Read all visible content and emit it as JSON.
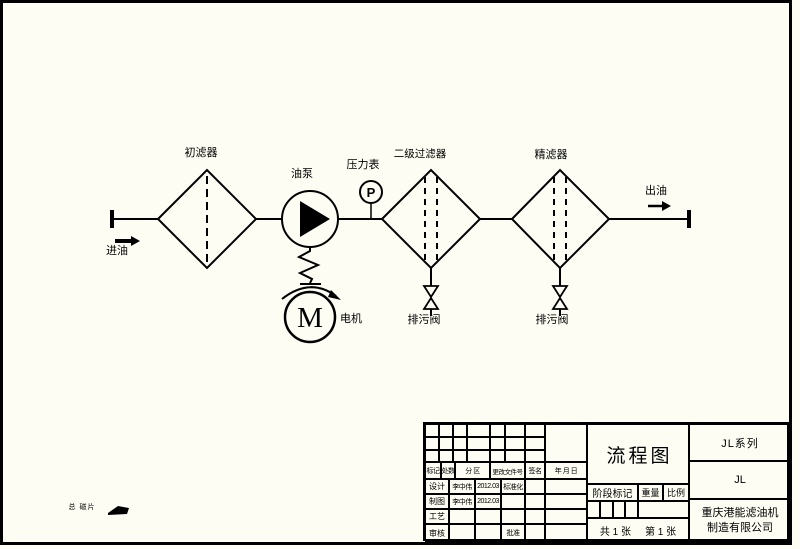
{
  "colors": {
    "ink": "#000000",
    "paper": "#fdfdf4"
  },
  "diagram": {
    "inlet_label": "进油",
    "outlet_label": "出油",
    "primary_filter_label": "初滤器",
    "pump_label": "油泵",
    "pressure_gauge_label": "压力表",
    "gauge_letter": "P",
    "secondary_filter_label": "二级过滤器",
    "fine_filter_label": "精滤器",
    "motor_label": "电机",
    "motor_letter": "M",
    "drain_valve1_label": "排污阀",
    "drain_valve2_label": "排污阀",
    "corner_mark": "总 磁片"
  },
  "title_block": {
    "drawing_title": "流程图",
    "series": "JL系列",
    "model": "JL",
    "company_line1": "重庆港能滤油机",
    "company_line2": "制造有限公司",
    "stage_mark_label": "阶段标记",
    "weight_label": "重量",
    "scale_label": "比例",
    "sheet_total": "共 1 张",
    "sheet_number": "第 1 张",
    "header": {
      "mark": "标记",
      "count": "处数",
      "zone": "分 区",
      "change_doc_no": "更改文件号",
      "signature": "签名",
      "date": "年 月 日"
    },
    "rows": [
      {
        "role": "设计",
        "name": "李中伟",
        "date": "2012.03",
        "role2": "标准化"
      },
      {
        "role": "制图",
        "name": "李中伟",
        "date": "2012.03",
        "role2": ""
      },
      {
        "role": "工艺",
        "name": "",
        "date": "",
        "role2": ""
      },
      {
        "role": "审核",
        "name": "",
        "date": "",
        "role2": "批准"
      }
    ]
  }
}
